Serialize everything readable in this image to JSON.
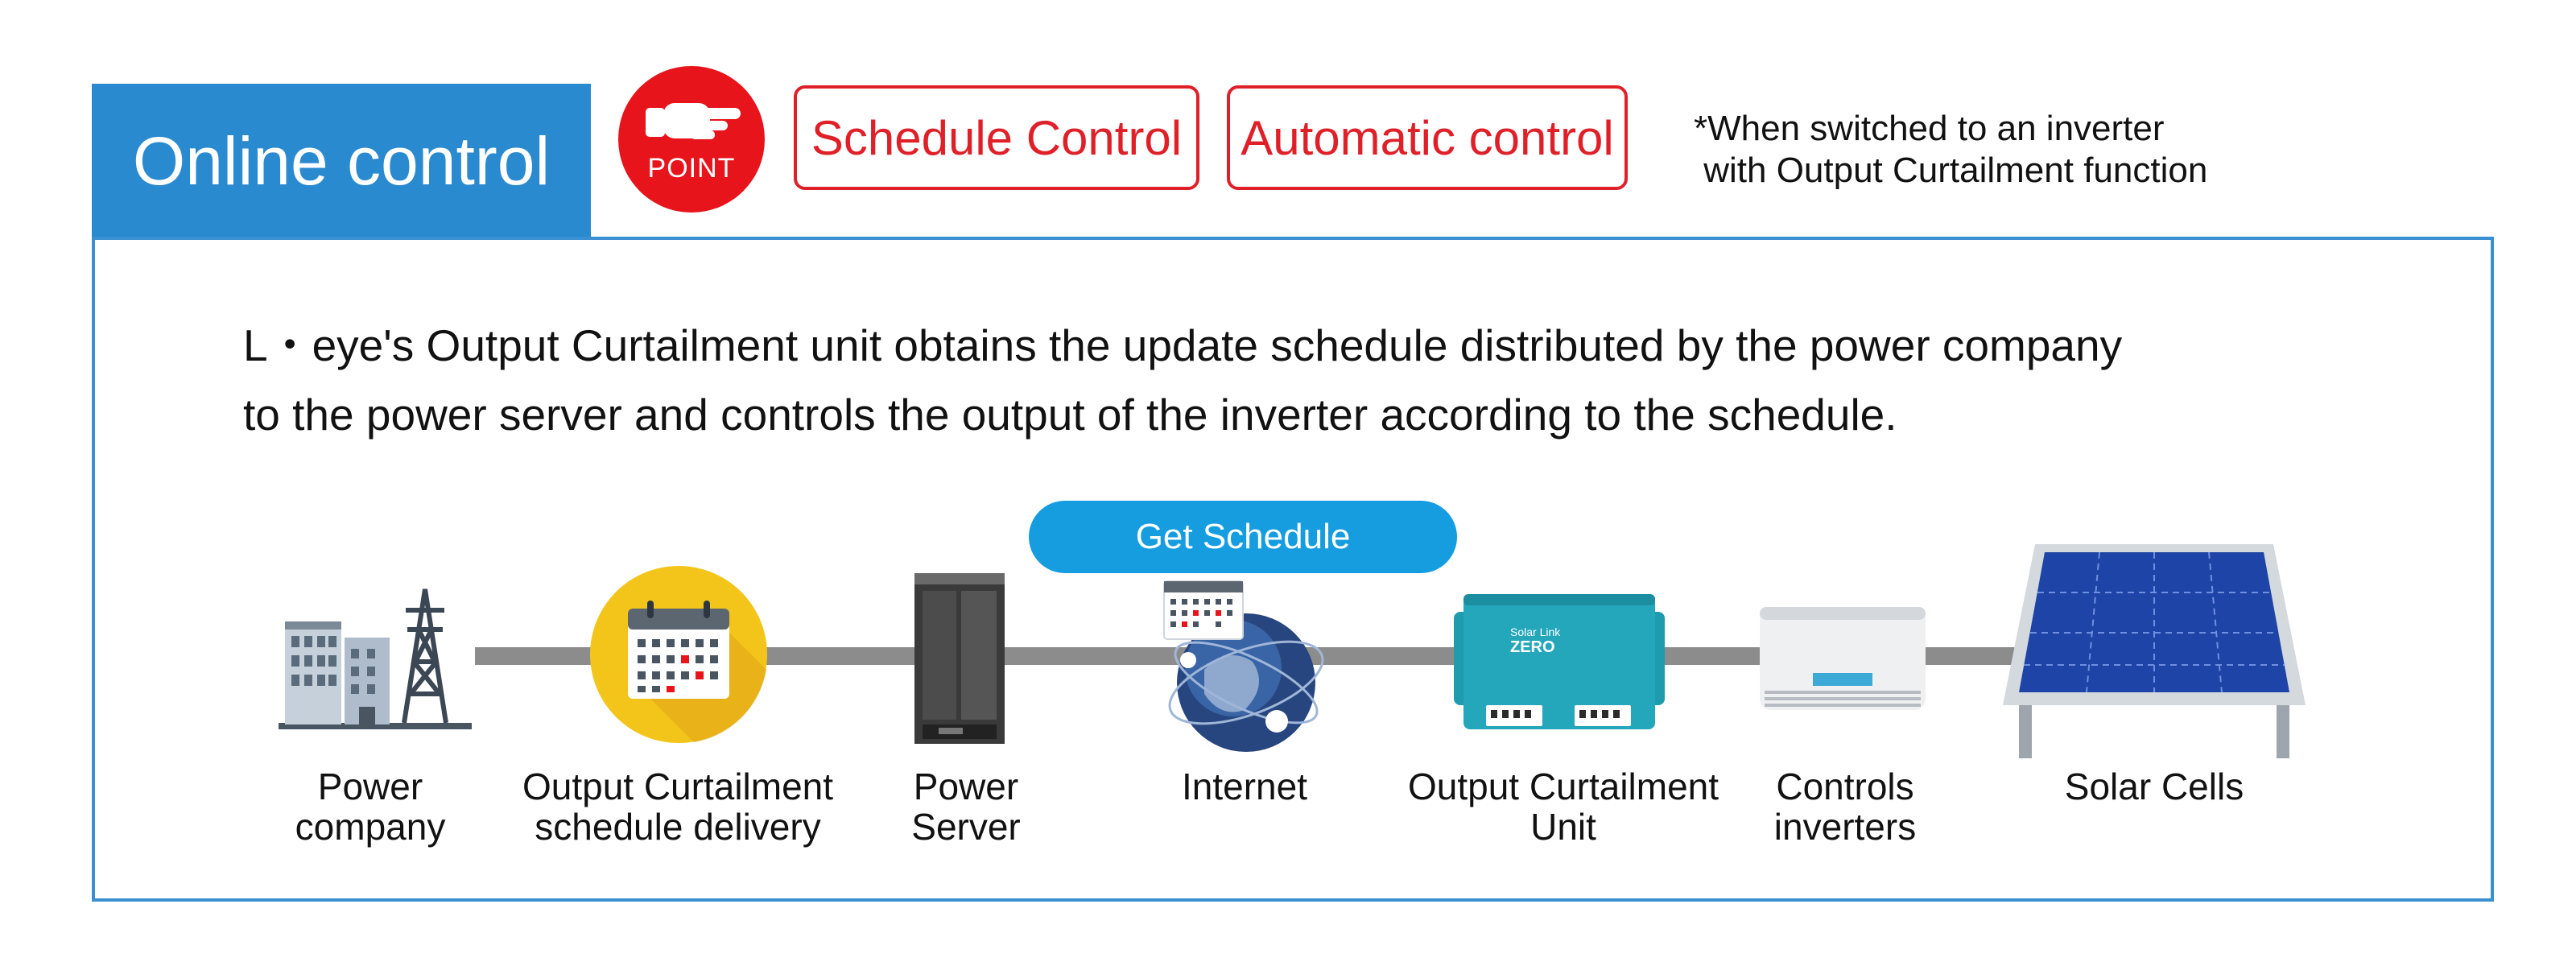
{
  "header": {
    "title": "Online control",
    "point_badge": "POINT",
    "tags": [
      "Schedule Control",
      "Automatic control"
    ],
    "note": "*When switched to an inverter\n with Output Curtailment function"
  },
  "description": "L・eye's Output Curtailment unit obtains the update schedule distributed by the power company\nto the power server and controls the output of the inverter according to the schedule.",
  "flow": {
    "get_schedule_label": "Get Schedule",
    "items": [
      {
        "icon": "power-company-icon",
        "label": "Power\ncompany"
      },
      {
        "icon": "calendar-icon",
        "label": "Output Curtailment\nschedule delivery"
      },
      {
        "icon": "server-icon",
        "label": "Power\nServer"
      },
      {
        "icon": "globe-icon",
        "label": "Internet"
      },
      {
        "icon": "control-unit-icon",
        "label": "Output Curtailment\nUnit"
      },
      {
        "icon": "inverter-icon",
        "label": "Controls\ninverters"
      },
      {
        "icon": "solar-panel-icon",
        "label": "Solar Cells"
      }
    ]
  },
  "colors": {
    "header_blue": "#2a8ad0",
    "accent_red": "#e02028",
    "pill_blue": "#159de0",
    "connector_gray": "#8c8c8c"
  }
}
